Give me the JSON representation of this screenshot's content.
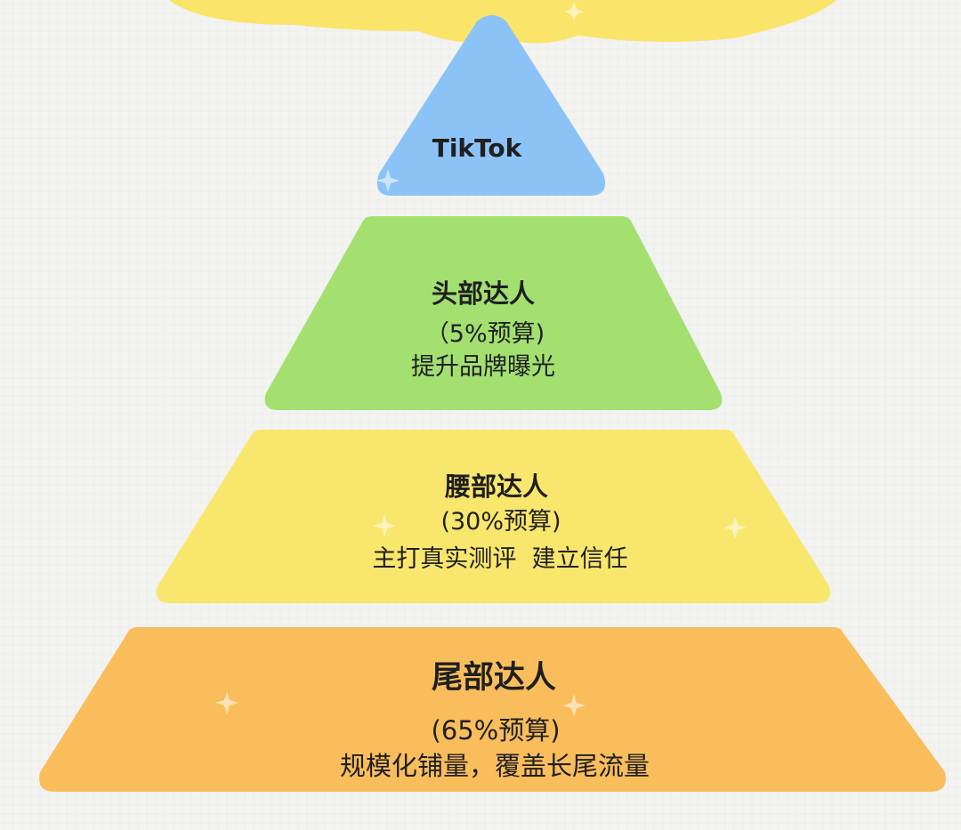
{
  "pyramid": {
    "tiers": [
      {
        "title": "TikTok",
        "budget": "",
        "description": "",
        "color": "#8cc3f7"
      },
      {
        "title": "头部达人",
        "budget": "（5%预算)",
        "description": "提升品牌曝光",
        "color": "#a3e070"
      },
      {
        "title": "腰部达人",
        "budget": "(30%预算)",
        "description": "主打真实测评  建立信任",
        "color": "#f9e66c"
      },
      {
        "title": "尾部达人",
        "budget": "(65%预算)",
        "description": "规模化铺量，覆盖长尾流量",
        "color": "#f9bd5c"
      }
    ],
    "top_shape_color": "#fbe46a",
    "background_color": "#f3f3f1"
  }
}
